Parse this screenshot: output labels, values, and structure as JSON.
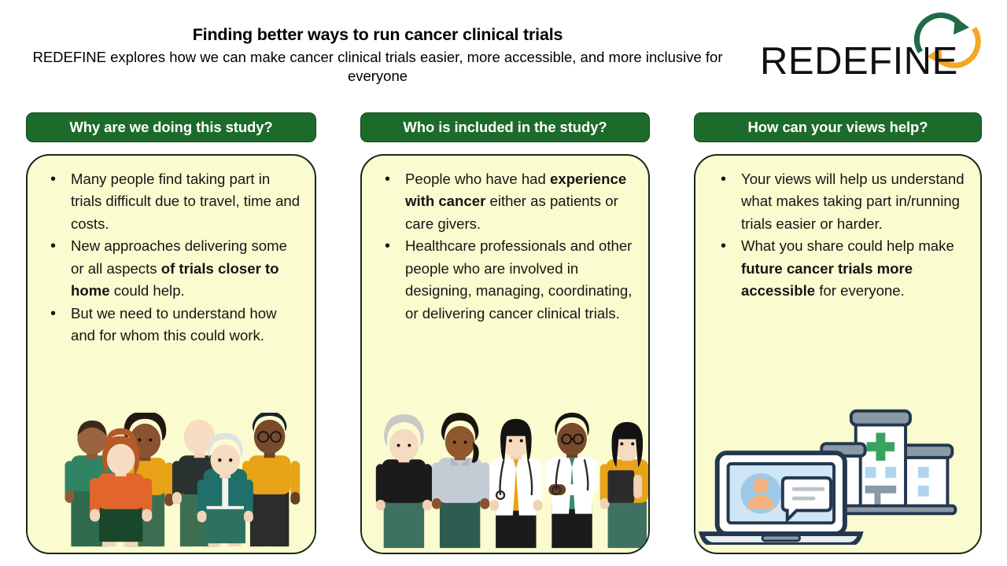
{
  "header": {
    "title": "Finding better ways to run cancer clinical trials",
    "subtitle": "REDEFINE explores how we can make cancer clinical trials easier, more accessible, and more inclusive for everyone"
  },
  "logo": {
    "wordmark": "REDEFINE",
    "icon": "circular-refresh-arrows-icon",
    "arc_top_color": "#1f6b45",
    "arc_bottom_color": "#f5a623"
  },
  "theme": {
    "pill_green": "#1d6b2c",
    "pill_border_green": "#0f4a1c",
    "card_yellow": "#fbfbd0",
    "card_border": "#17291c",
    "text_color": "#151515"
  },
  "columns": [
    {
      "heading": "Why are we doing this study?",
      "bullets": [
        [
          {
            "t": "Many people find taking part in trials difficult due to travel, time and costs.",
            "b": false
          }
        ],
        [
          {
            "t": "New approaches delivering some or all aspects ",
            "b": false
          },
          {
            "t": "of trials closer to home",
            "b": true
          },
          {
            "t": " could help.",
            "b": false
          }
        ],
        [
          {
            "t": "But we need to understand how and for whom this could work.",
            "b": false
          }
        ]
      ],
      "artwork": "group-of-six-people-illustration"
    },
    {
      "heading": "Who is included in the study?",
      "bullets": [
        [
          {
            "t": "People who have had ",
            "b": false
          },
          {
            "t": "experience with cancer",
            "b": true
          },
          {
            "t": " either as patients or care givers.",
            "b": false
          }
        ],
        [
          {
            "t": "Healthcare professionals and other people who are involved in designing, managing, coordinating, or delivering cancer clinical trials.",
            "b": false
          }
        ]
      ],
      "artwork": "healthcare-professionals-illustration"
    },
    {
      "heading": "How can your views help?",
      "bullets": [
        [
          {
            "t": "Your views will help us understand what makes taking part in/running trials easier or harder.",
            "b": false
          }
        ],
        [
          {
            "t": "What you share could help make ",
            "b": false
          },
          {
            "t": "future cancer trials more accessible",
            "b": true
          },
          {
            "t": " for everyone.",
            "b": false
          }
        ]
      ],
      "artwork": "telehealth-laptop-hospital-illustration"
    }
  ]
}
